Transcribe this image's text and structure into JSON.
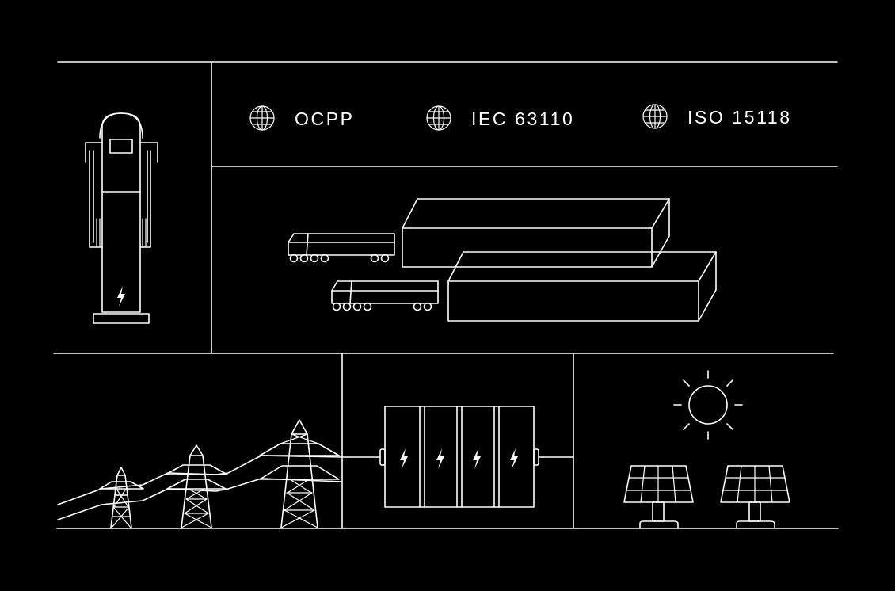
{
  "standards": [
    {
      "label": "OCPP",
      "icon": "globe-icon"
    },
    {
      "label": "IEC 63110",
      "icon": "globe-icon"
    },
    {
      "label": "ISO 15118",
      "icon": "globe-icon"
    }
  ],
  "colors": {
    "background": "#000000",
    "line": "#ffffff"
  }
}
